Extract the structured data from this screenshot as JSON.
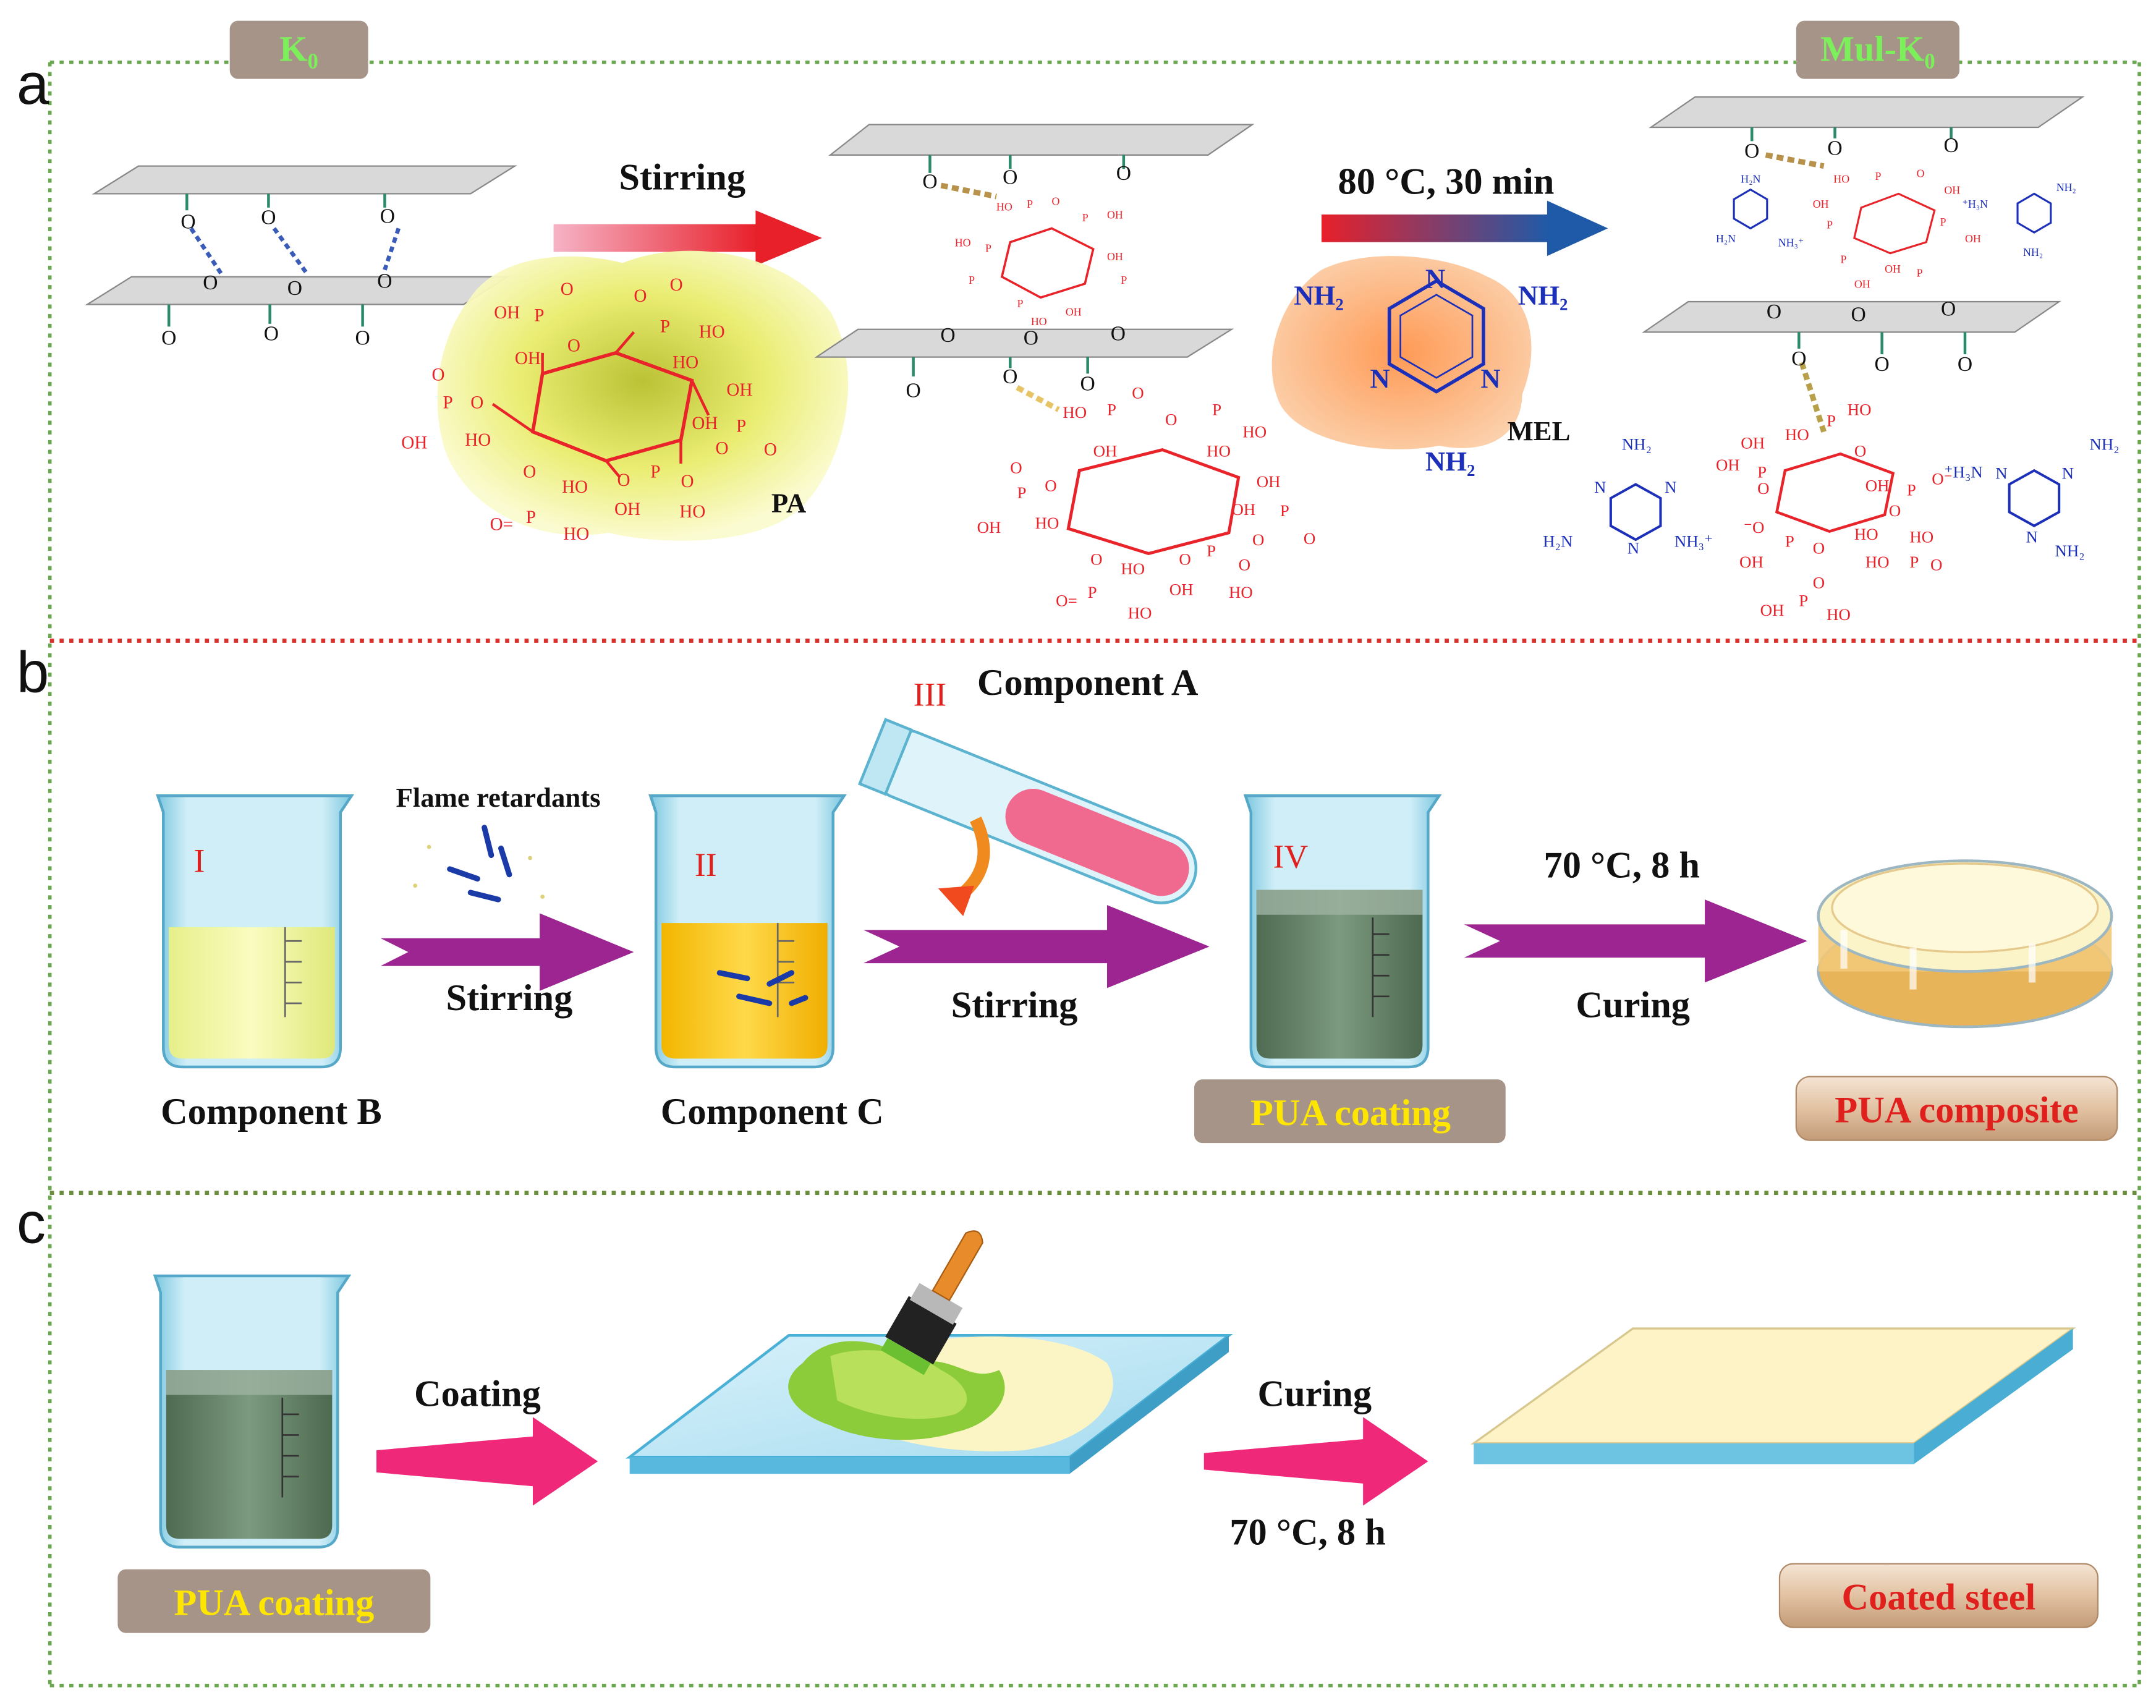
{
  "panels": {
    "a": {
      "letter": "a",
      "k0_badge": "K₀",
      "mulk0_badge": "Mul-K₀",
      "stirring": "Stirring",
      "conditions": "80 °C, 30 min",
      "pa_label": "PA",
      "mel_label": "MEL",
      "mel_nh2": "NH₂",
      "mel_n": "N",
      "oxygen": "O"
    },
    "b": {
      "letter": "b",
      "flame_retardants": "Flame retardants",
      "component_a": "Component A",
      "component_b": "Component B",
      "component_c": "Component C",
      "stirring_1": "Stirring",
      "stirring_2": "Stirring",
      "conditions": "70 °C, 8 h",
      "curing": "Curing",
      "pua_coating": "PUA coating",
      "pua_composite": "PUA composite",
      "roman_1": "I",
      "roman_2": "II",
      "roman_3": "III",
      "roman_4": "IV"
    },
    "c": {
      "letter": "c",
      "coating": "Coating",
      "curing": "Curing",
      "conditions": "70 °C, 8 h",
      "pua_coating": "PUA coating",
      "coated_steel": "Coated steel"
    }
  },
  "colors": {
    "border_green": "#6aa84f",
    "divider_red": "#d9302c",
    "badge_bg": "#a79488",
    "badge_green_text": "#7cf05a",
    "badge_yellow_text": "#ffe600",
    "red_text": "#e0201c",
    "pa_red": "#e8232a",
    "mel_blue": "#1c2fb8",
    "arrow_purple": "#9c2591",
    "arrow_pink": "#f0287a"
  },
  "icons": [
    "beaker-icon",
    "test-tube-icon",
    "petri-dish-icon",
    "paint-brush-icon",
    "steel-plate-icon",
    "arrow-icon"
  ]
}
